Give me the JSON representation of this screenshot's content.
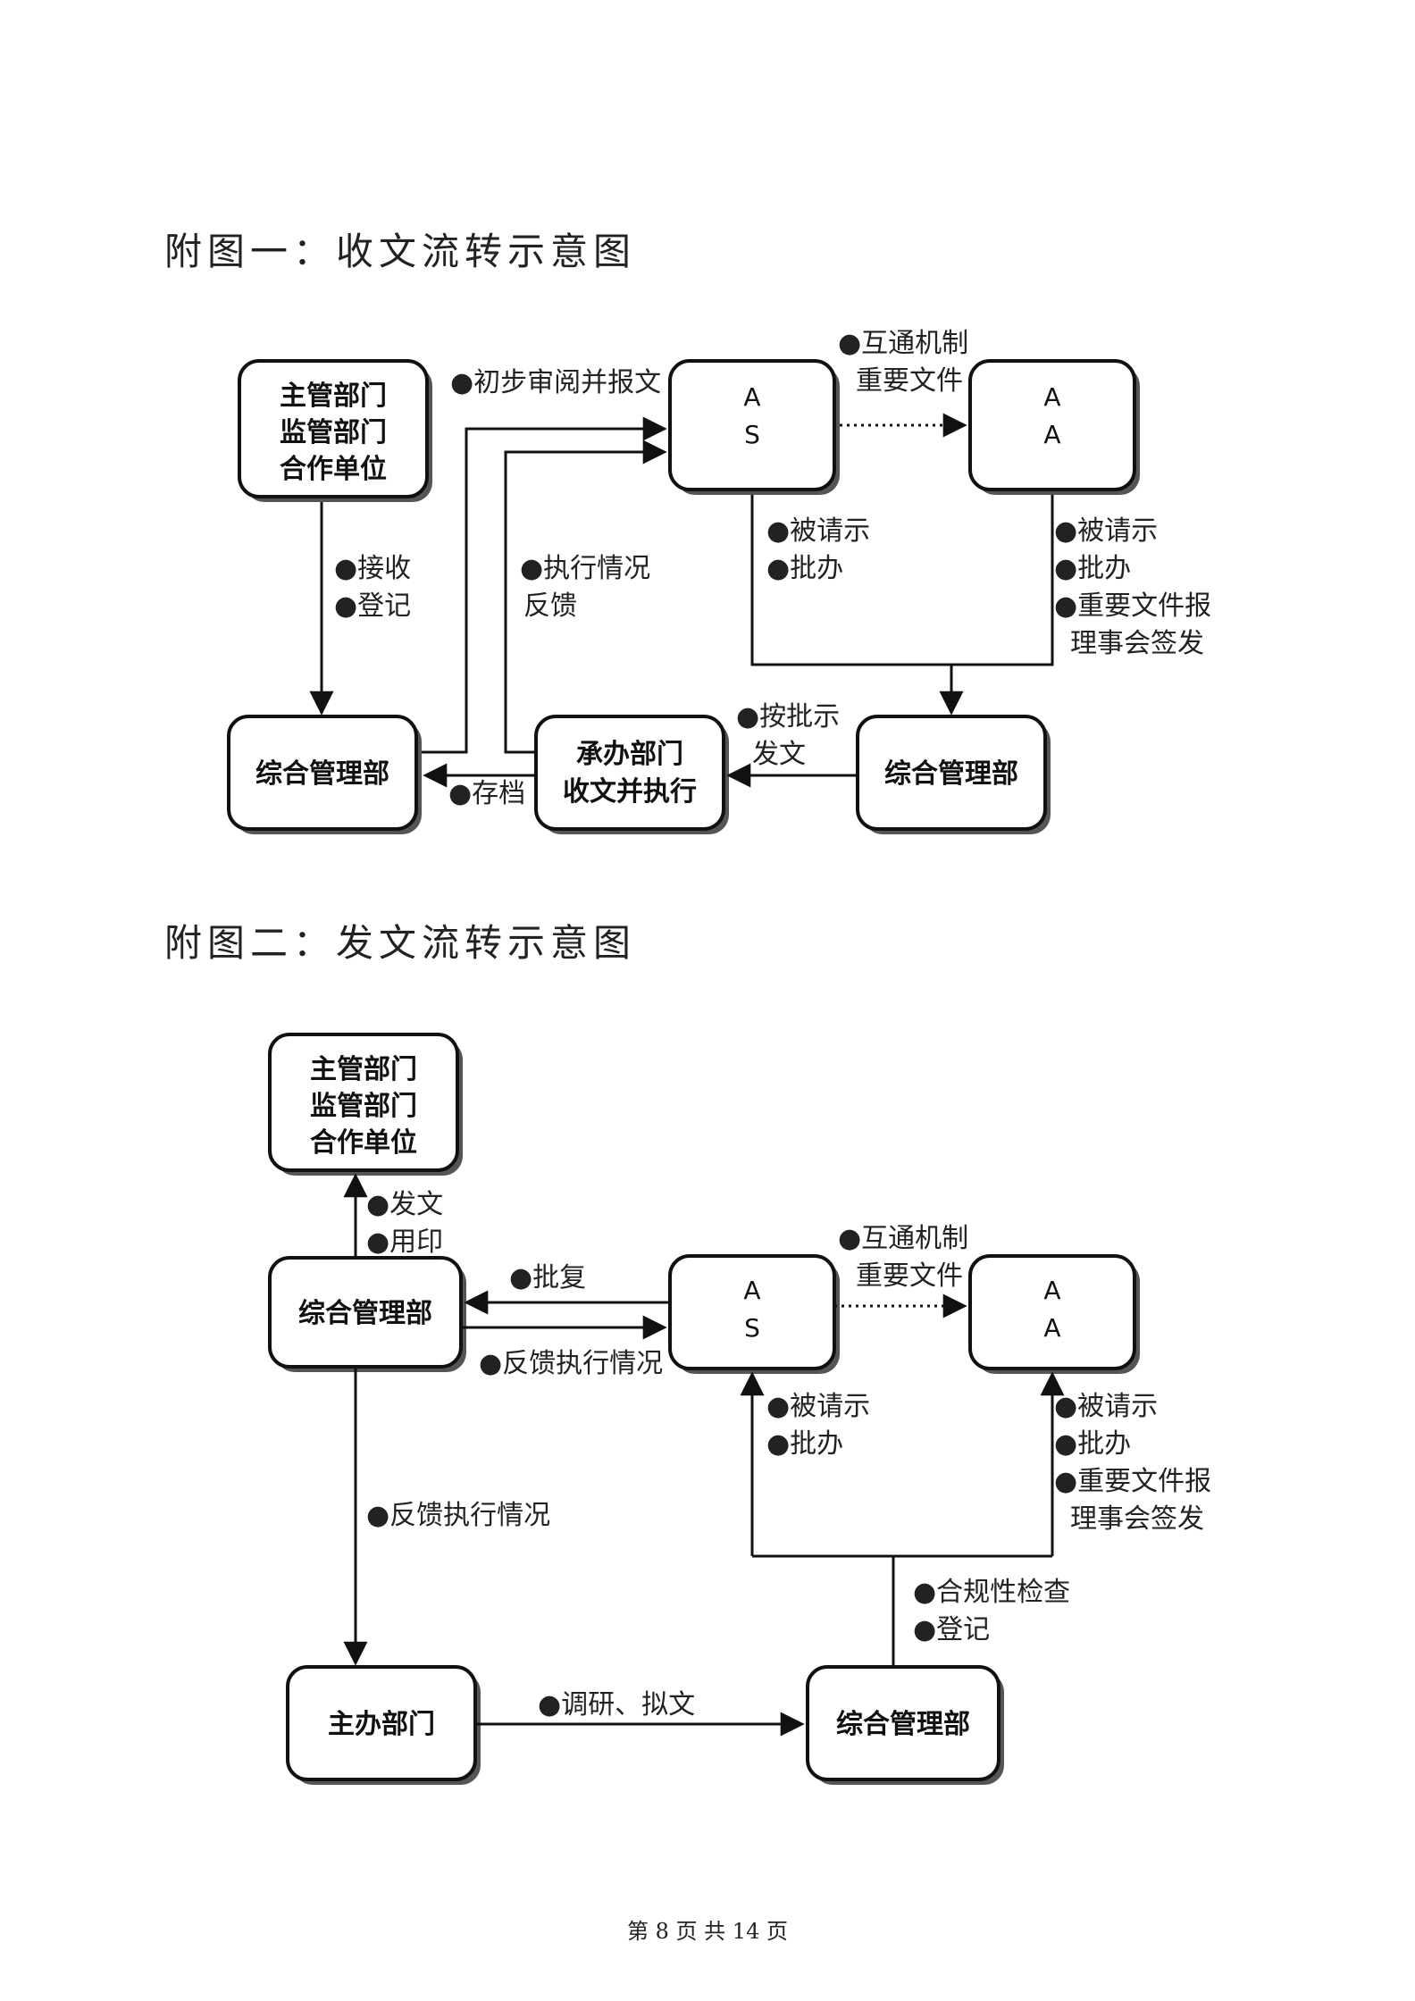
{
  "fig1": {
    "title": "附图一：收文流转示意图",
    "boxes": {
      "supervisors": [
        "主管部门",
        "监管部门",
        "合作单位"
      ],
      "as": [
        "A",
        "S"
      ],
      "aa": [
        "A",
        "A"
      ],
      "mgmt_left": "综合管理部",
      "executor": [
        "承办部门",
        "收文并执行"
      ],
      "mgmt_right": "综合管理部"
    },
    "labels": {
      "review": "●初步审阅并报文",
      "interop": [
        "●互通机制",
        "重要文件"
      ],
      "receive": [
        "●接收",
        "●登记"
      ],
      "feedback": [
        "●执行情况",
        "反馈"
      ],
      "as_instruct": [
        "●被请示",
        "●批办"
      ],
      "aa_instruct": [
        "●被请示",
        "●批办",
        "●重要文件报",
        "理事会签发"
      ],
      "dispatch": [
        "●按批示",
        "发文"
      ],
      "archive": "●存档"
    }
  },
  "fig2": {
    "title": "附图二：发文流转示意图",
    "boxes": {
      "supervisors": [
        "主管部门",
        "监管部门",
        "合作单位"
      ],
      "mgmt": "综合管理部",
      "as": [
        "A",
        "S"
      ],
      "aa": [
        "A",
        "A"
      ],
      "host": "主办部门",
      "mgmt_bottom": "综合管理部"
    },
    "labels": {
      "send": [
        "●发文",
        "●用印"
      ],
      "reply": "●批复",
      "feedback_top": "●反馈执行情况",
      "interop": [
        "●互通机制",
        "重要文件"
      ],
      "as_instruct": [
        "●被请示",
        "●批办"
      ],
      "aa_instruct": [
        "●被请示",
        "●批办",
        "●重要文件报",
        "理事会签发"
      ],
      "feedback_down": "●反馈执行情况",
      "compliance": [
        "●合规性检查",
        "●登记"
      ],
      "draft": "●调研、拟文"
    }
  },
  "footer": "第 8 页 共 14 页"
}
